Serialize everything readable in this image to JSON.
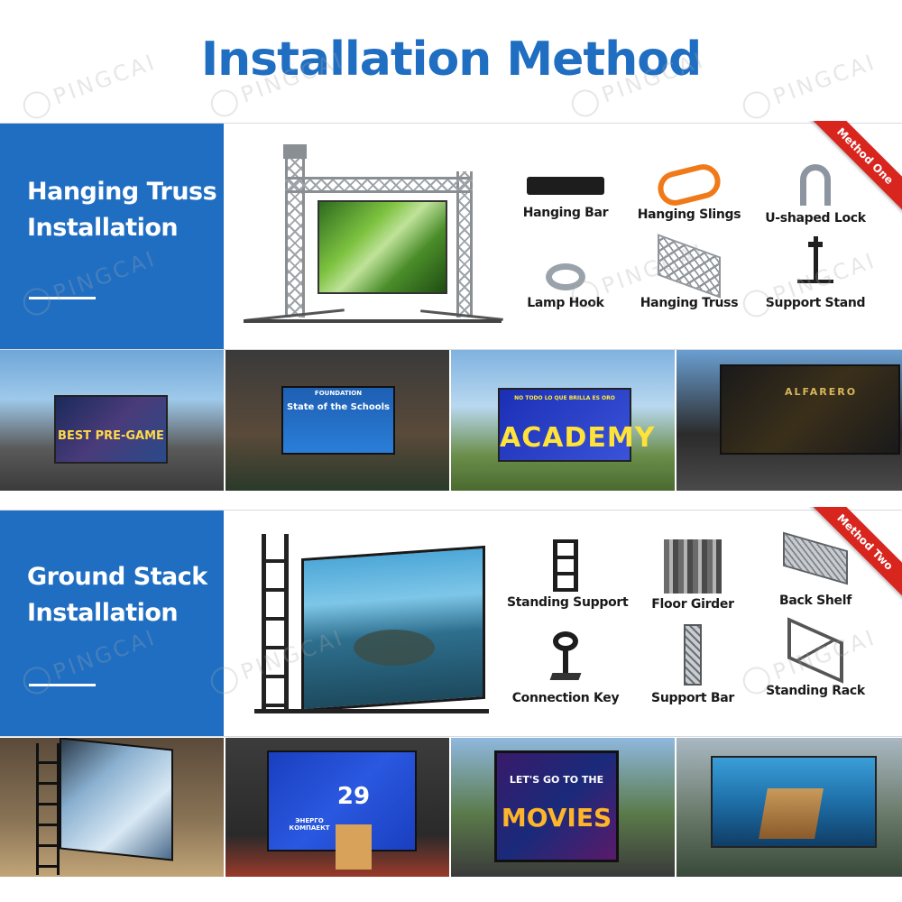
{
  "title": "Installation Method",
  "watermark": "PINGCAI",
  "sections": [
    {
      "label_line1": "Hanging Truss",
      "label_line2": "Installation",
      "ribbon": "Method One",
      "items": [
        "Hanging Bar",
        "Hanging Slings",
        "U-shaped Lock",
        "Lamp Hook",
        "Hanging Truss",
        "Support Stand"
      ],
      "photos": [
        {
          "text": "BEST PRE-GAME"
        },
        {
          "text_top": "FOUNDATION",
          "text": "State of the Schools"
        },
        {
          "text_top": "NO TODO LO QUE BRILLA ES ORO",
          "text": "ACADEMY"
        },
        {
          "text": "ALFARERO"
        }
      ]
    },
    {
      "label_line1": "Ground Stack",
      "label_line2": "Installation",
      "ribbon": "Method Two",
      "items": [
        "Standing Support",
        "Floor Girder",
        "Back Shelf",
        "Connection Key",
        "Support Bar",
        "Standing Rack"
      ],
      "photos": [
        {
          "text": ""
        },
        {
          "text_top": "ЭНЕРГО КОМПАЕКТ",
          "text": "29"
        },
        {
          "text_top": "LET'S GO TO THE",
          "text": "MOVIES"
        },
        {
          "text": ""
        }
      ]
    }
  ],
  "colors": {
    "brand_blue": "#1f6ec2",
    "ribbon_red": "#d8261f"
  }
}
